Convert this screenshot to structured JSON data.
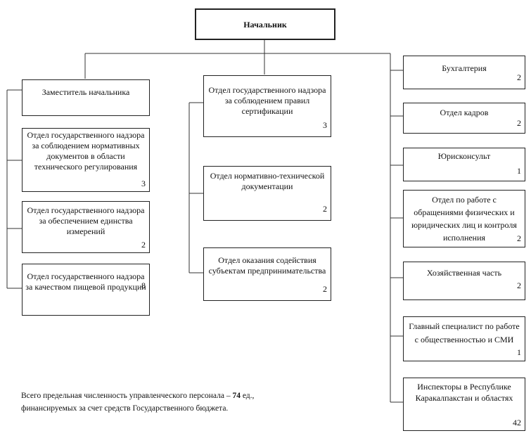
{
  "head": {
    "title": "Начальник"
  },
  "left": {
    "deputy": {
      "title": "Заместитель начальника"
    },
    "units": [
      {
        "title": "Отдел государственного надзора за соблюдением нормативных документов в области технического регулирования",
        "count": "3"
      },
      {
        "title": "Отдел государственного надзора за обеспечением единства измерений",
        "count": "2"
      },
      {
        "title": "Отдел государственного надзора за качеством пищевой продукции",
        "count": "8"
      }
    ]
  },
  "middle": {
    "units": [
      {
        "title": "Отдел государственного надзора за соблюдением правил сертификации",
        "count": "3"
      },
      {
        "title": "Отдел нормативно-технической документации",
        "count": "2"
      },
      {
        "title": "Отдел оказания содействия субъектам предпринимательства",
        "count": "2"
      }
    ]
  },
  "right": {
    "units": [
      {
        "title": "Бухгалтерия",
        "count": "2"
      },
      {
        "title": "Отдел кадров",
        "count": "2"
      },
      {
        "title": "Юрисконсульт",
        "count": "1"
      },
      {
        "title": "Отдел по работе с обращениями физических и юридических лиц и контроля исполнения",
        "count": "2"
      },
      {
        "title": "Хозяйственная часть",
        "count": "2"
      },
      {
        "title": "Главный специалист по работе с общественностью и СМИ",
        "count": "1"
      },
      {
        "title": "Инспекторы в Республике Каракалпакстан и областях",
        "count": "42"
      }
    ]
  },
  "footnote": {
    "line1_before": "Всего предельная численность управленческого персонала – ",
    "line1_bold": "74",
    "line1_after": " ед.,",
    "line2": "финансируемых за счет средств Государственного бюджета."
  }
}
